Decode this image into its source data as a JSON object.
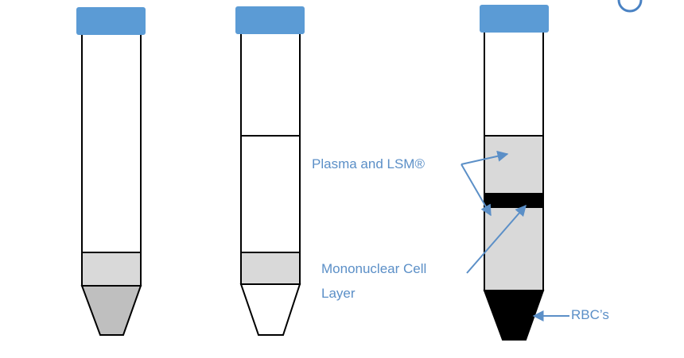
{
  "labels": {
    "plasma": "Plasma and LSM®",
    "mononuclear_line1": "Mononuclear Cell",
    "mononuclear_line2": "Layer",
    "rbc": "RBC’s"
  },
  "colors": {
    "cap": "#5b9bd5",
    "layer_light": "#d9d9d9",
    "layer_mid": "#bfbfbf",
    "layer_dark": "#000000",
    "outline": "#000000",
    "arrow": "#5b8fc7"
  },
  "icons": [
    "tube-cap",
    "arrow"
  ]
}
